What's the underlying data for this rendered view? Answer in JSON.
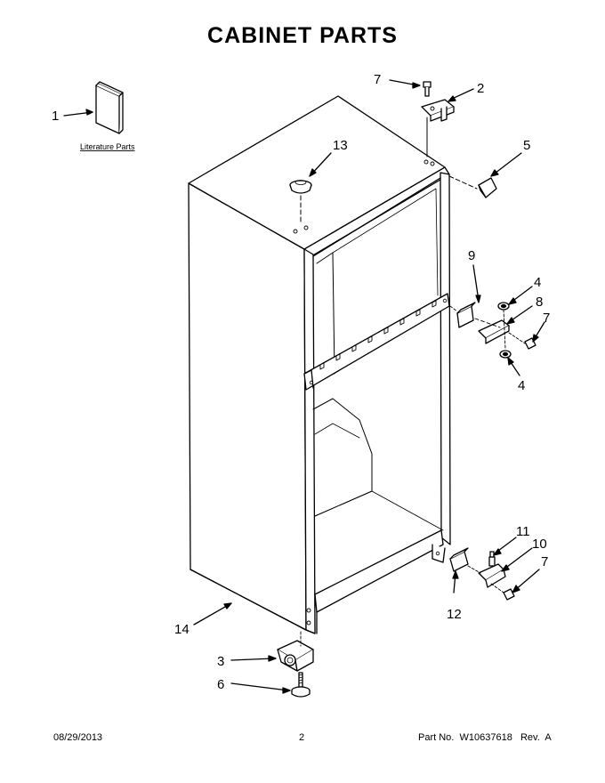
{
  "title": "CABINET PARTS",
  "literature_label": "Literature Parts",
  "callouts": {
    "c1": "1",
    "c2": "2",
    "c3": "3",
    "c4a": "4",
    "c4b": "4",
    "c5": "5",
    "c6": "6",
    "c7a": "7",
    "c7b": "7",
    "c7c": "7",
    "c8": "8",
    "c9": "9",
    "c10": "10",
    "c11": "11",
    "c12": "12",
    "c13": "13",
    "c14": "14"
  },
  "footer": {
    "date": "08/29/2013",
    "page": "2",
    "part_label": "Part No.",
    "part_number": "W10637618",
    "rev_label": "Rev.",
    "rev": "A"
  }
}
